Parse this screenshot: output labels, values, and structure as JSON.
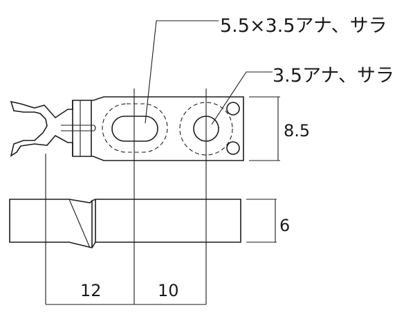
{
  "callouts": {
    "slot_hole": "5.5×3.5アナ、サラ",
    "round_hole": "3.5アナ、サラ"
  },
  "dimensions": {
    "height_top_view": "8.5",
    "thickness_side_view": "6",
    "span_left": "12",
    "span_right": "10"
  }
}
